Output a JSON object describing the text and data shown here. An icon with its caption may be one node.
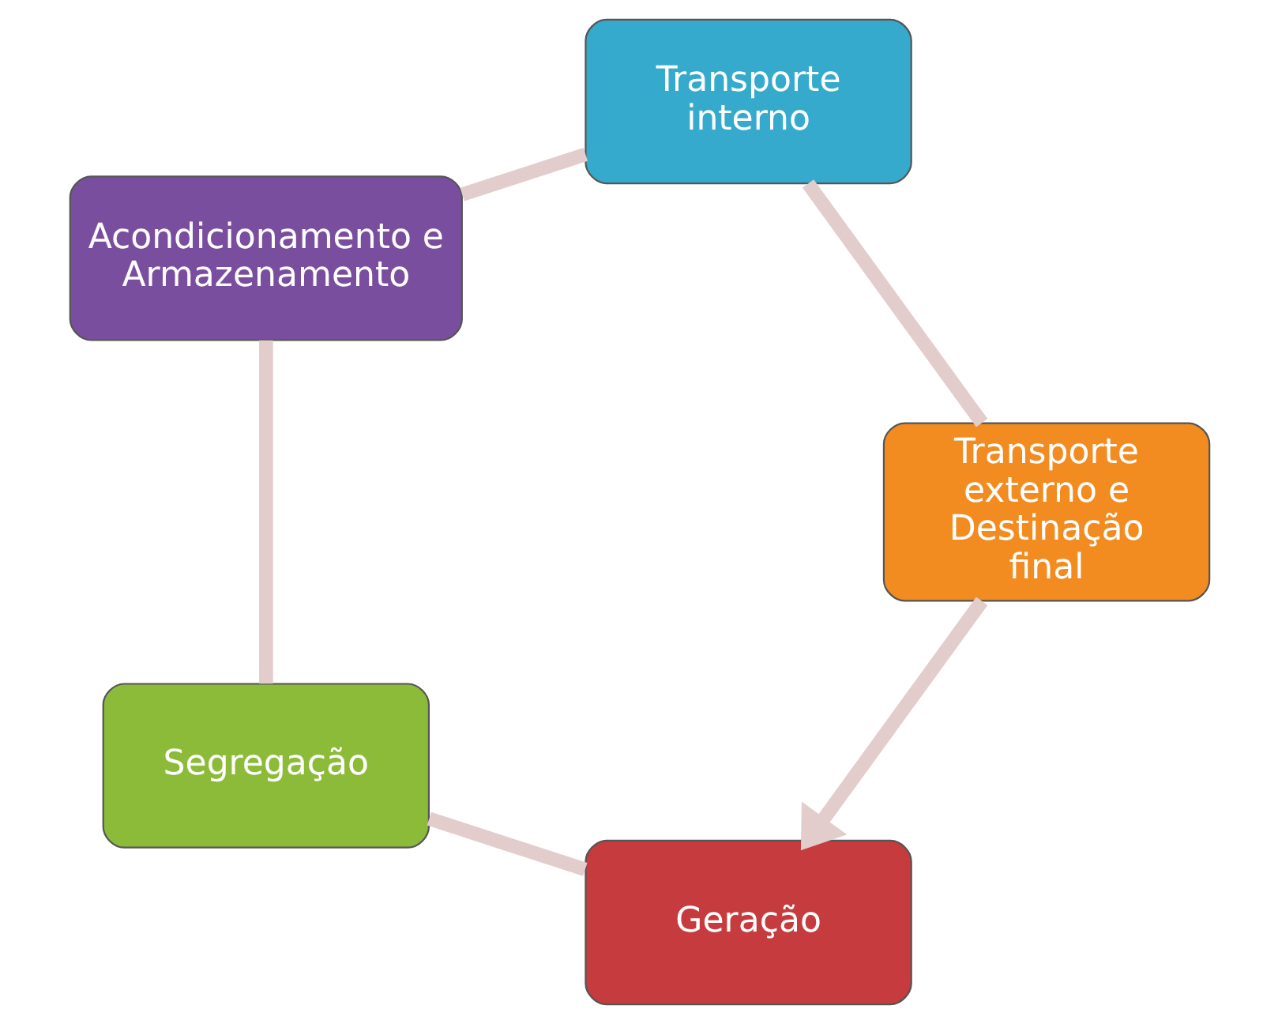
{
  "diagram": {
    "nodes": [
      {
        "text": [
          "Geração"
        ]
      },
      {
        "text": [
          "Segregação"
        ]
      },
      {
        "text": [
          "Acondicionamento e Armazenamento"
        ]
      },
      {
        "text": [
          "Transporte interno"
        ]
      },
      {
        "text": [
          "Transporte externo e Destinação final"
        ]
      }
    ],
    "edges": [
      {
        "from": 0,
        "to": 1,
        "arrow": "none"
      },
      {
        "from": 1,
        "to": 2,
        "arrow": "none"
      },
      {
        "from": 2,
        "to": 3,
        "arrow": "none"
      },
      {
        "from": 3,
        "to": 4,
        "arrow": "none"
      },
      {
        "from": 4,
        "to": 0,
        "arrow": "to"
      }
    ]
  }
}
